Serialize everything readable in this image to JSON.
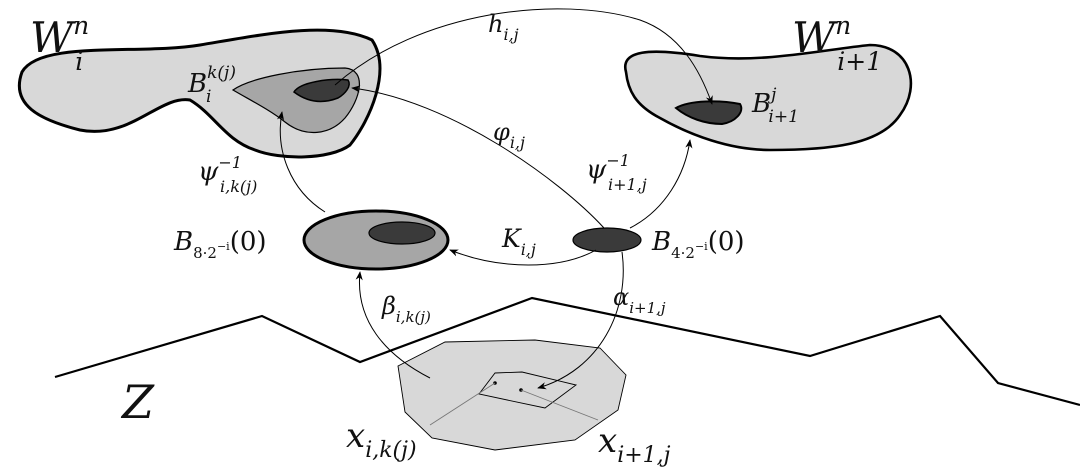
{
  "colors": {
    "light_fill": "#d8d8d8",
    "mid_fill": "#a6a6a6",
    "dark_fill": "#3a3a3a",
    "outline": "#000000",
    "h_label": "#e8262a",
    "phi_label": "#2a2ae8"
  },
  "labels": {
    "W_left": {
      "base": "W",
      "sup": "n",
      "sub": "i"
    },
    "W_right": {
      "base": "W",
      "sup": "n",
      "sub": "i+1"
    },
    "h": {
      "base": "h",
      "sub": "i,j"
    },
    "phi": {
      "base": "φ",
      "sub": "i,j"
    },
    "B_left_set": {
      "base": "B",
      "sup": "k(j)",
      "sub": "i"
    },
    "B_right_set": {
      "base": "B",
      "sup": "j",
      "sub": "i+1"
    },
    "psi_left": {
      "base": "ψ",
      "sup": "−1",
      "sub": "i,k(j)"
    },
    "psi_right": {
      "base": "ψ",
      "sup": "−1",
      "sub": "i+1,j"
    },
    "B8": {
      "base": "B",
      "sub": "8·2",
      "subsup": "−i",
      "tail": "(0)"
    },
    "B4": {
      "base": "B",
      "sub": "4·2",
      "subsup": "−i",
      "tail": "(0)"
    },
    "K": {
      "base": "K",
      "sub": "i,j"
    },
    "beta": {
      "base": "β",
      "sub": "i,k(j)"
    },
    "alpha": {
      "base": "α",
      "sub": "i+1,j"
    },
    "Z": {
      "base": "Z"
    },
    "x_left": {
      "base": "x",
      "sub": "i,k(j)"
    },
    "x_right": {
      "base": "x",
      "sub": "i+1,j"
    }
  }
}
